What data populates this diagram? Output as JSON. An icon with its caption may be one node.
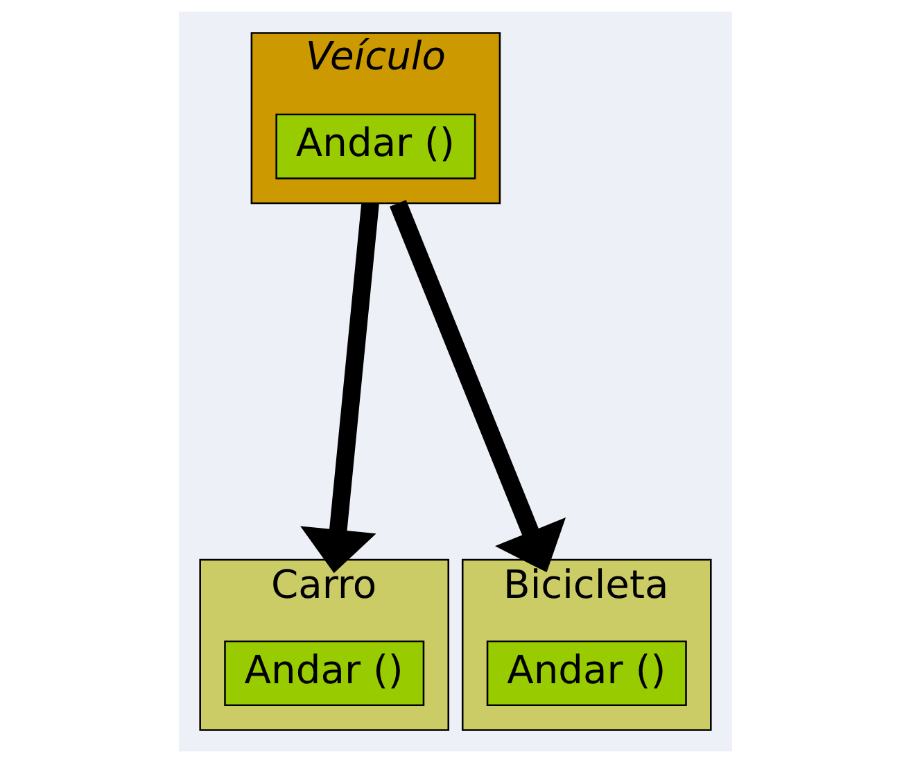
{
  "diagram": {
    "nodes": [
      {
        "text": [
          "Veículo"
        ]
      },
      {
        "text": [
          "Andar ()"
        ],
        "in": 0
      },
      {
        "text": [
          "Carro"
        ]
      },
      {
        "text": [
          "Andar ()"
        ],
        "in": 2
      },
      {
        "text": [
          "Bicicleta"
        ]
      },
      {
        "text": [
          "Andar ()"
        ],
        "in": 4
      }
    ],
    "edges": [
      {
        "from": 0,
        "to": 2,
        "arrow": "to"
      },
      {
        "from": 0,
        "to": 4,
        "arrow": "to"
      }
    ]
  }
}
